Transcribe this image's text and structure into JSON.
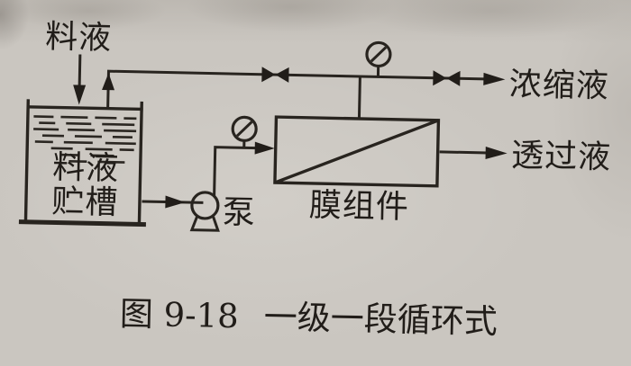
{
  "figure": {
    "type": "process-flow-diagram",
    "labels": {
      "feed": "料液",
      "tank_line1": "料液",
      "tank_line2": "贮槽",
      "pump": "泵",
      "membrane_module": "膜组件",
      "concentrate": "浓缩液",
      "permeate": "透过液"
    },
    "caption": {
      "number": "图 9-18",
      "title": "一级一段循环式"
    },
    "symbols": {
      "gauge": "pressure-gauge-icon",
      "valve": "valve-icon",
      "pump": "pump-icon",
      "tank": "open-tank-icon",
      "module": "membrane-module-icon"
    },
    "colors": {
      "paper": "#cac6c0",
      "ink": "#28241f"
    }
  }
}
